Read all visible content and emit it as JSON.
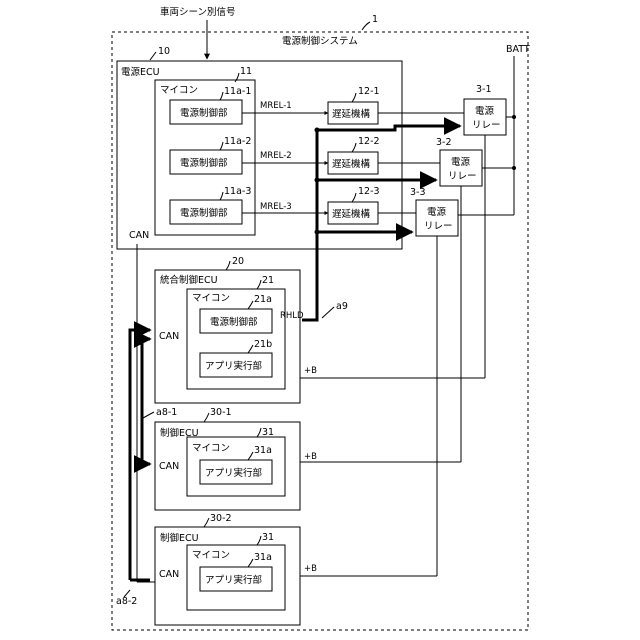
{
  "top_signal": "車両シーン別信号",
  "system": {
    "ref": "1",
    "title": "電源制御システム"
  },
  "batt": "BATT",
  "power_ecu": {
    "ref": "10",
    "title": "電源ECU",
    "can": "CAN",
    "micon": {
      "ref": "11",
      "title": "マイコン"
    },
    "units": [
      {
        "ref": "11a-1",
        "label": "電源制御部",
        "signal": "MREL-1"
      },
      {
        "ref": "11a-2",
        "label": "電源制御部",
        "signal": "MREL-2"
      },
      {
        "ref": "11a-3",
        "label": "電源制御部",
        "signal": "MREL-3"
      }
    ]
  },
  "delays": [
    {
      "ref": "12-1",
      "label": "遅延機構"
    },
    {
      "ref": "12-2",
      "label": "遅延機構"
    },
    {
      "ref": "12-3",
      "label": "遅延機構"
    }
  ],
  "relays": [
    {
      "ref": "3-1",
      "line1": "電源",
      "line2": "リレー"
    },
    {
      "ref": "3-2",
      "line1": "電源",
      "line2": "リレー"
    },
    {
      "ref": "3-3",
      "line1": "電源",
      "line2": "リレー"
    }
  ],
  "integrated_ecu": {
    "ref": "20",
    "title": "統合制御ECU",
    "can": "CAN",
    "plus_b": "+B",
    "micon": {
      "ref": "21",
      "title": "マイコン"
    },
    "power_ctrl": {
      "ref": "21a",
      "label": "電源制御部",
      "signal": "RHLD",
      "wire_ref": "a9"
    },
    "app": {
      "ref": "21b",
      "label": "アプリ実行部"
    }
  },
  "control_ecus": [
    {
      "ref": "30-1",
      "title": "制御ECU",
      "can": "CAN",
      "plus_b": "+B",
      "micon_ref": "31",
      "micon": "マイコン",
      "app_ref": "31a",
      "app": "アプリ実行部",
      "bus_ref": "a8-1"
    },
    {
      "ref": "30-2",
      "title": "制御ECU",
      "can": "CAN",
      "plus_b": "+B",
      "micon_ref": "31",
      "micon": "マイコン",
      "app_ref": "31a",
      "app": "アプリ実行部",
      "bus_ref": "a8-2"
    }
  ]
}
